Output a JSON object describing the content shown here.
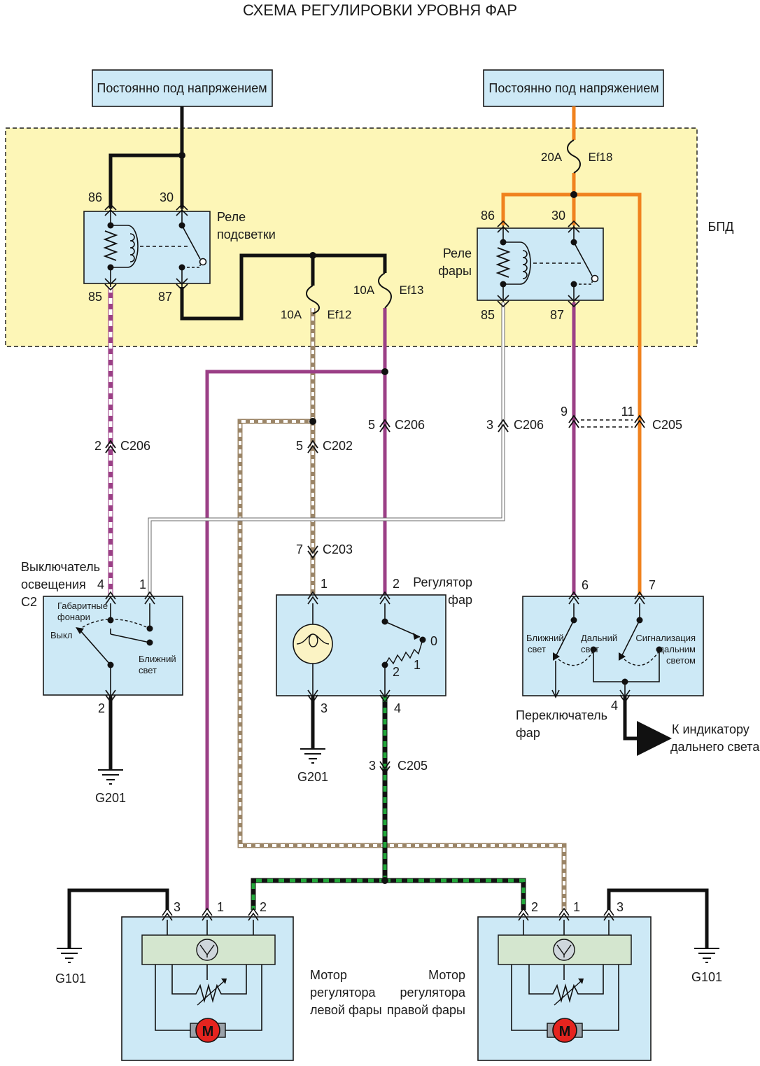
{
  "title": "СХЕМА РЕГУЛИРОВКИ УРОВНЯ ФАР",
  "supply_left": "Постоянно под напряжением",
  "supply_right": "Постоянно под напряжением",
  "bpd_label": "БПД",
  "fuses": {
    "ef18": {
      "rating": "20A",
      "name": "Ef18"
    },
    "ef12": {
      "rating": "10A",
      "name": "Ef12"
    },
    "ef13": {
      "rating": "10A",
      "name": "Ef13"
    }
  },
  "relay_left": {
    "label_line1": "Реле",
    "label_line2": "подсветки",
    "pins": {
      "p86": "86",
      "p30": "30",
      "p85": "85",
      "p87": "87"
    }
  },
  "relay_right": {
    "label_line1": "Реле",
    "label_line2": "фары",
    "pins": {
      "p86": "86",
      "p30": "30",
      "p85": "85",
      "p87": "87"
    }
  },
  "connectors": {
    "c206_left": {
      "pin": "2",
      "name": "C206"
    },
    "c202": {
      "pin": "5",
      "name": "C202"
    },
    "c206_mid": {
      "pin": "5",
      "name": "C206"
    },
    "c206_right": {
      "pin": "3",
      "name": "C206"
    },
    "c205_top_pin_a": "9",
    "c205_top_pin_b": "11",
    "c205_top": "C205",
    "c203": {
      "pin": "7",
      "name": "C203"
    },
    "c205_bottom": {
      "pin": "3",
      "name": "C205"
    }
  },
  "light_switch": {
    "label_line1": "Выключатель",
    "label_line2": "освещения",
    "label_line3": "C2",
    "pin4": "4",
    "pin1": "1",
    "pin2": "2",
    "pos_parking_line1": "Габаритные",
    "pos_parking_line2": "фонари",
    "pos_off": "Выкл",
    "pos_low_line1": "Ближний",
    "pos_low_line2": "свет",
    "ground": "G201"
  },
  "level_regulator": {
    "label_line1": "Регулятор",
    "label_line2": "фар",
    "pin1": "1",
    "pin2": "2",
    "pin3": "3",
    "pin4": "4",
    "pos0": "0",
    "pos1": "1",
    "pos2": "2",
    "ground": "G201"
  },
  "headlight_switch": {
    "label_line1": "Переключатель",
    "label_line2": "фар",
    "pin6": "6",
    "pin7": "7",
    "pin4": "4",
    "low_line1": "Ближний",
    "low_line2": "свет",
    "high_line1": "Дальний",
    "high_line2": "свет",
    "flash_line1": "Сигнализация",
    "flash_line2": "дальним",
    "flash_line3": "светом",
    "to_indicator_line1": "К индикатору",
    "to_indicator_line2": "дальнего света"
  },
  "motor_left": {
    "label_line1": "Мотор",
    "label_line2": "регулятора",
    "label_line3": "левой фары",
    "pin3": "3",
    "pin1": "1",
    "pin2": "2",
    "ground": "G101",
    "motor_letter": "M"
  },
  "motor_right": {
    "label_line1": "Мотор",
    "label_line2": "регулятора",
    "label_line3": "правой фары",
    "pin2": "2",
    "pin1": "1",
    "pin3": "3",
    "ground": "G101",
    "motor_letter": "M"
  },
  "colors": {
    "black": "#111111",
    "violet": "#9b3f86",
    "orange": "#f0821e",
    "brown": "#9b8567",
    "green": "#22a83a",
    "white": "#ffffff",
    "box_blue": "#cde9f6",
    "bpd_yellow": "#fdf6b7"
  }
}
